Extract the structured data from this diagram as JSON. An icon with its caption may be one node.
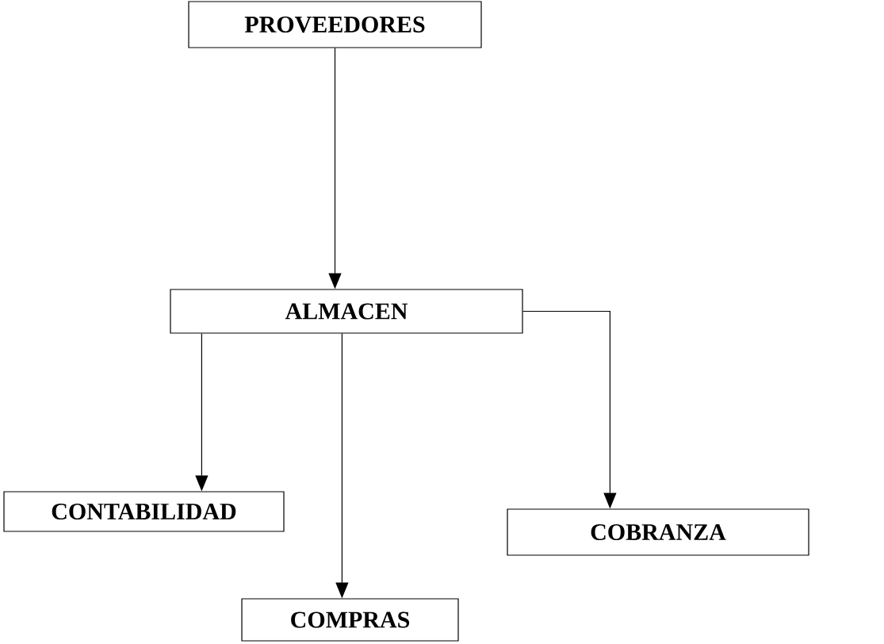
{
  "diagram": {
    "nodes": [
      {
        "text": [
          "PROVEEDORES"
        ]
      },
      {
        "text": [
          "ALMACEN"
        ]
      },
      {
        "text": [
          "CONTABILIDAD"
        ]
      },
      {
        "text": [
          "COBRANZA"
        ]
      },
      {
        "text": [
          "COMPRAS"
        ]
      }
    ],
    "edges": [
      {
        "from": 0,
        "to": 1,
        "arrow": "to"
      },
      {
        "from": 1,
        "to": 2,
        "arrow": "to"
      },
      {
        "from": 1,
        "to": 4,
        "arrow": "to"
      },
      {
        "from": 1,
        "to": 3,
        "arrow": "to"
      }
    ]
  }
}
